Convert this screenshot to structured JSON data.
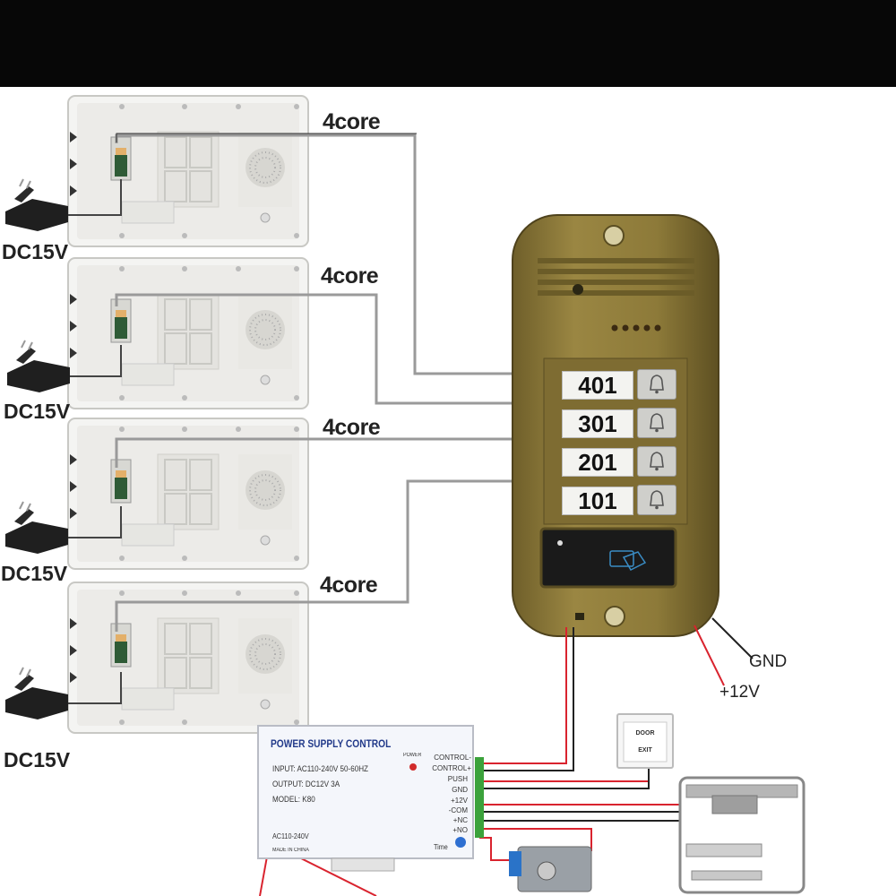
{
  "monitors": [
    {
      "cable_label": "4core",
      "power_label": "DC15V"
    },
    {
      "cable_label": "4core",
      "power_label": "DC15V"
    },
    {
      "cable_label": "4core",
      "power_label": "DC15V"
    },
    {
      "cable_label": "4core",
      "power_label": "DC15V"
    }
  ],
  "outdoor_panel": {
    "apartments": [
      "401",
      "301",
      "201",
      "101"
    ],
    "wires": {
      "gnd": "GND",
      "plus12": "+12V"
    }
  },
  "power_supply": {
    "title": "POWER SUPPLY CONTROL",
    "input": "INPUT: AC110-240V  50-60HZ",
    "output": "OUTPUT: DC12V  3A",
    "model": "MODEL: K80",
    "ac": "AC110-240V",
    "made": "MADE IN CHINA",
    "power_led": "POWER",
    "time": "Time",
    "terminals": [
      "CONTROL-",
      "CONTROL+",
      "PUSH",
      "GND",
      "+12V",
      "-COM",
      "+NC",
      "+NO"
    ]
  },
  "exit_button": {
    "line1": "DOOR",
    "line2": "EXIT"
  },
  "colors": {
    "panel": "#8f7c3c",
    "wire_red": "#d9232e",
    "wire_black": "#222222",
    "wire_grey": "#9a9a9a"
  }
}
